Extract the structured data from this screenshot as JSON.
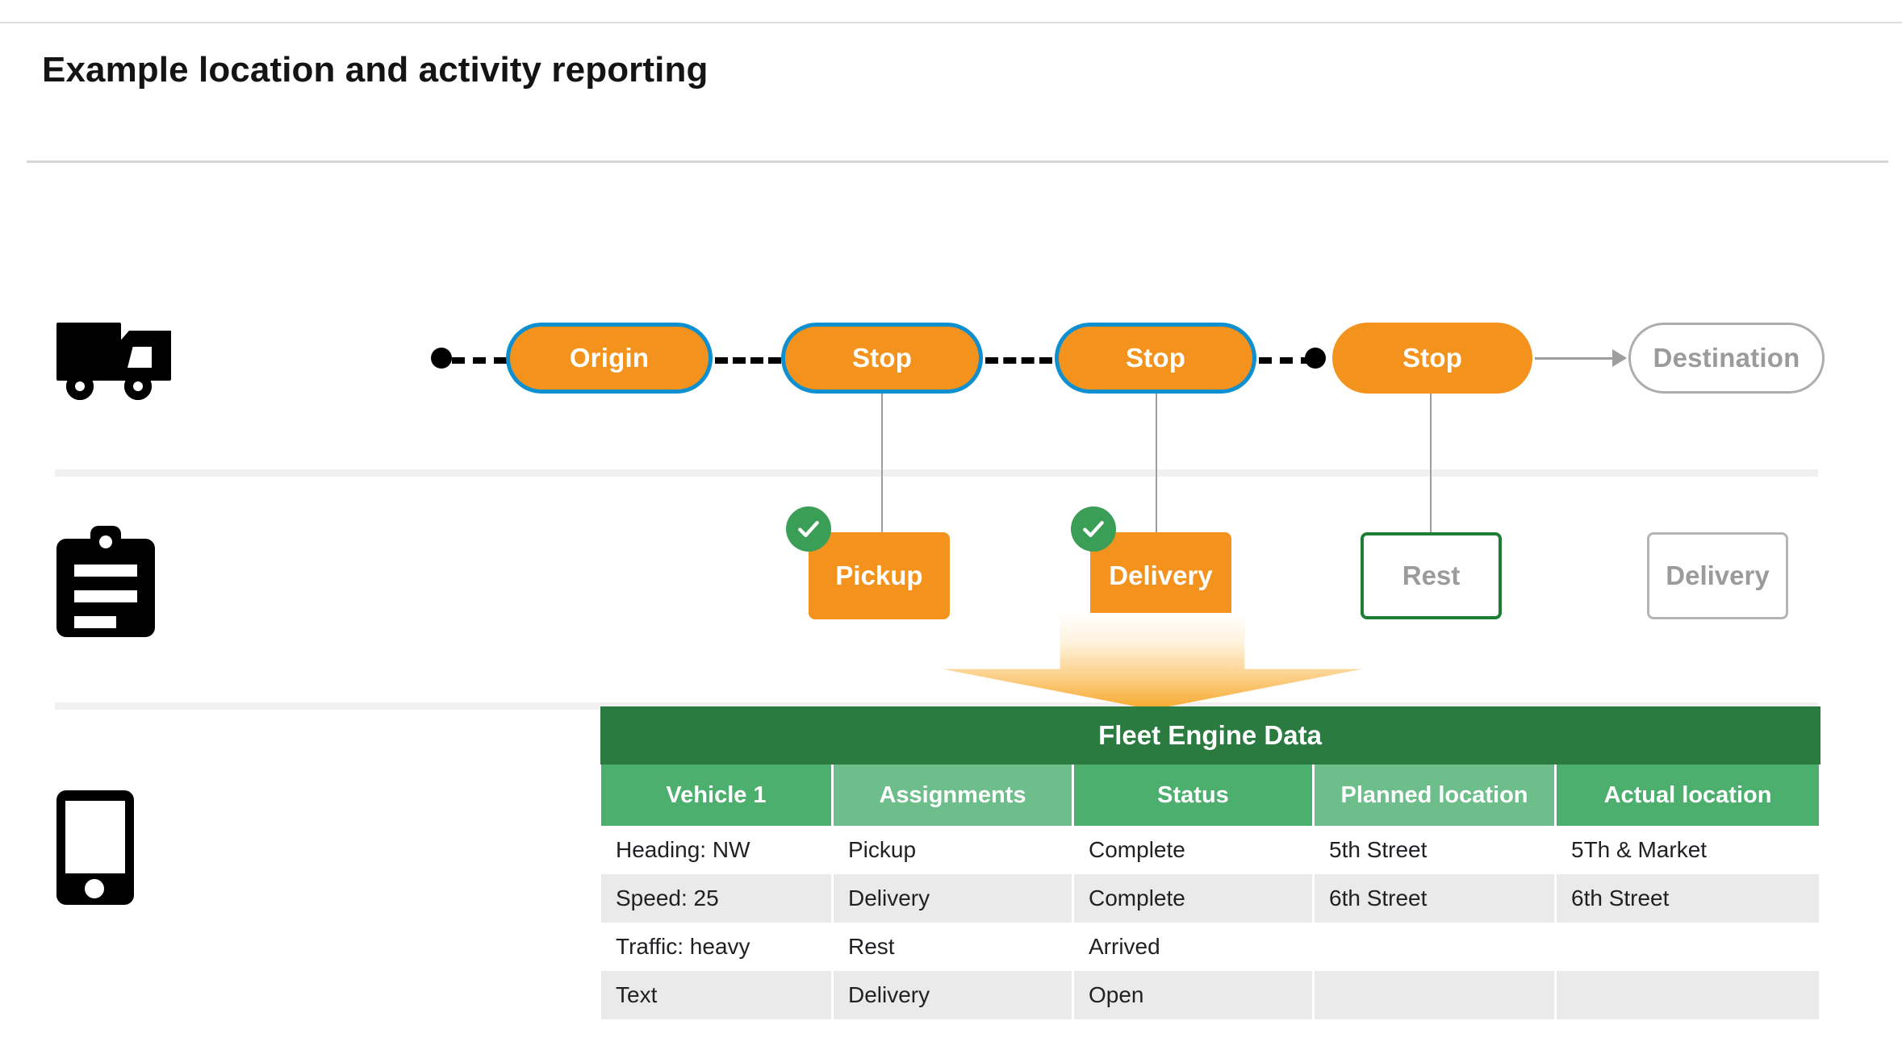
{
  "page": {
    "title": "Example location and activity reporting"
  },
  "icons": {
    "truck": "truck-icon",
    "clipboard": "clipboard-icon",
    "phone": "phone-icon",
    "check": "check-circle-icon",
    "arrow": "down-arrow-icon"
  },
  "route": {
    "stops": [
      {
        "label": "Origin",
        "style": "orange-bordered"
      },
      {
        "label": "Stop",
        "style": "orange-bordered"
      },
      {
        "label": "Stop",
        "style": "orange-bordered"
      },
      {
        "label": "Stop",
        "style": "orange-plain"
      },
      {
        "label": "Destination",
        "style": "ghost"
      }
    ]
  },
  "activities": {
    "cards": [
      {
        "label": "Pickup",
        "style": "orange",
        "completed": true
      },
      {
        "label": "Delivery",
        "style": "orange",
        "completed": true
      },
      {
        "label": "Rest",
        "style": "outline-green",
        "completed": false
      },
      {
        "label": "Delivery",
        "style": "outline-gray",
        "completed": false
      }
    ]
  },
  "table": {
    "title": "Fleet Engine Data",
    "columns": [
      "Vehicle 1",
      "Assignments",
      "Status",
      "Planned location",
      "Actual location"
    ],
    "rows": [
      [
        "Heading: NW",
        "Pickup",
        "Complete",
        "5th Street",
        "5Th & Market"
      ],
      [
        "Speed: 25",
        "Delivery",
        "Complete",
        "6th Street",
        "6th Street"
      ],
      [
        "Traffic: heavy",
        "Rest",
        "Arrived",
        "",
        ""
      ],
      [
        "Text",
        "Delivery",
        "Open",
        "",
        ""
      ]
    ]
  },
  "colors": {
    "orange": "#F4921E",
    "blue_border": "#0D8FD0",
    "green_dark": "#2B7A40",
    "green_header": "#4CAF6E",
    "green_header_light": "#6DBE8B",
    "green_check": "#3B9E56",
    "gray_text": "#9b9b9b",
    "row_alt": "#eaeaea"
  }
}
